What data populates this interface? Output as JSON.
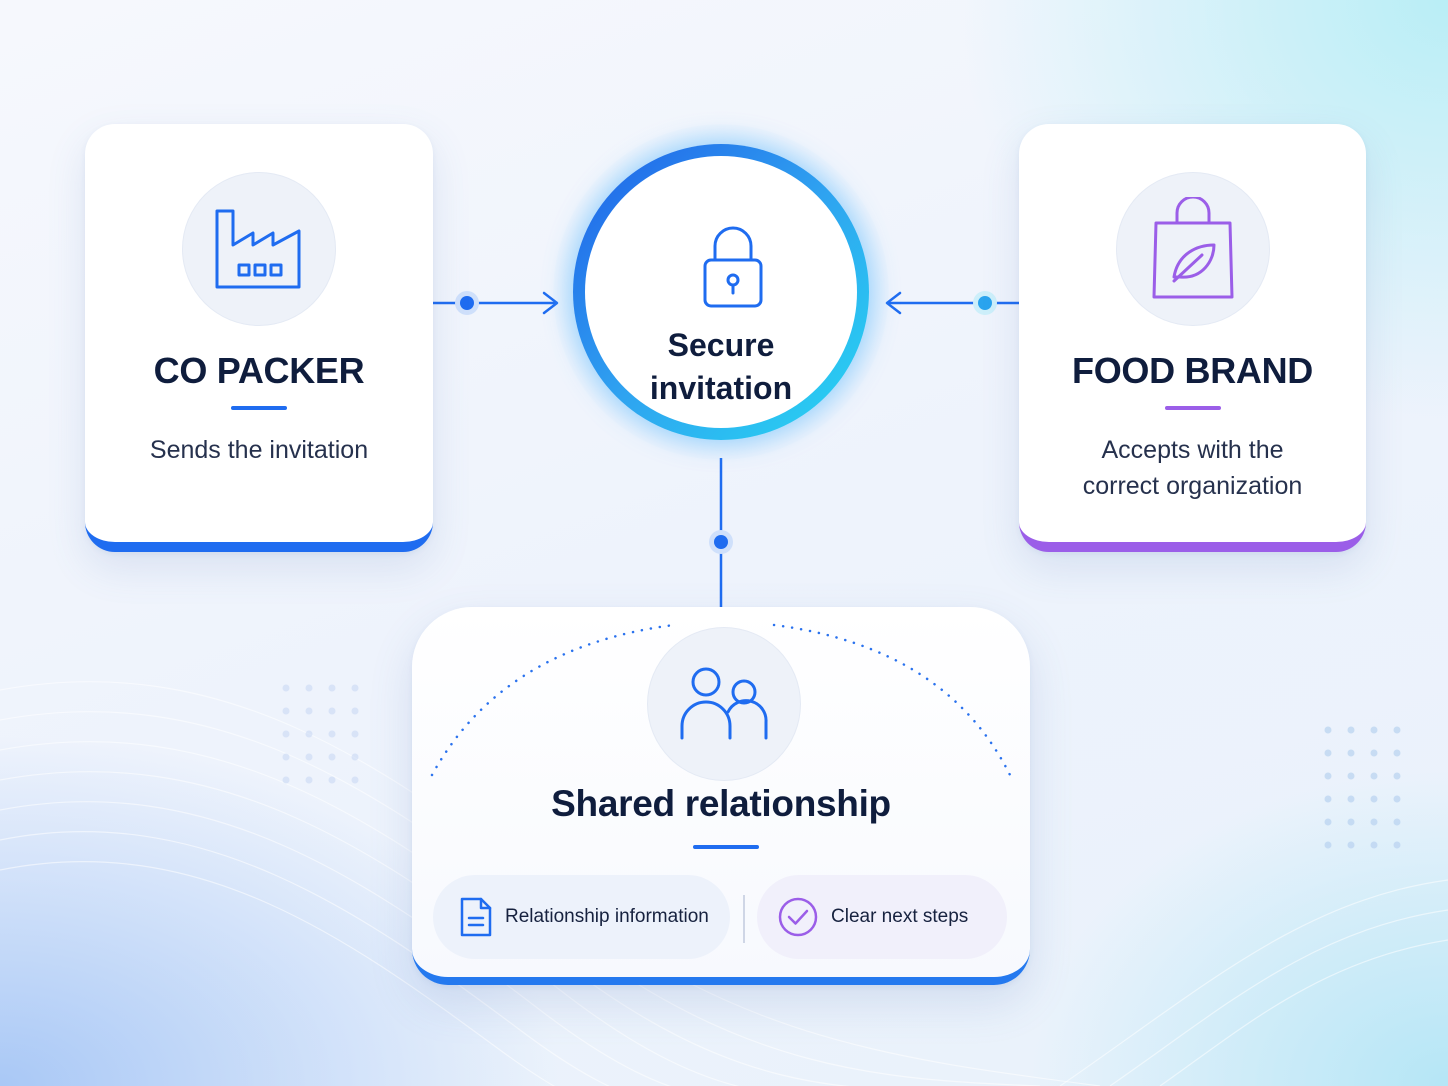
{
  "colors": {
    "blue": "#1f6cf0",
    "purple": "#9b5ee8",
    "cyan": "#27d8f2",
    "navy": "#0f1d3d"
  },
  "left_card": {
    "icon": "factory-icon",
    "title": "CO PACKER",
    "description": "Sends the invitation"
  },
  "center": {
    "icon": "lock-icon",
    "title_line1": "Secure",
    "title_line2": "invitation"
  },
  "right_card": {
    "icon": "shopping-bag-leaf-icon",
    "title": "FOOD BRAND",
    "description_line1": "Accepts with the",
    "description_line2": "correct organization"
  },
  "bottom_card": {
    "icon": "users-icon",
    "title": "Shared relationship",
    "items": [
      {
        "icon": "document-icon",
        "label": "Relationship information"
      },
      {
        "icon": "check-circle-icon",
        "label": "Clear next steps"
      }
    ]
  }
}
